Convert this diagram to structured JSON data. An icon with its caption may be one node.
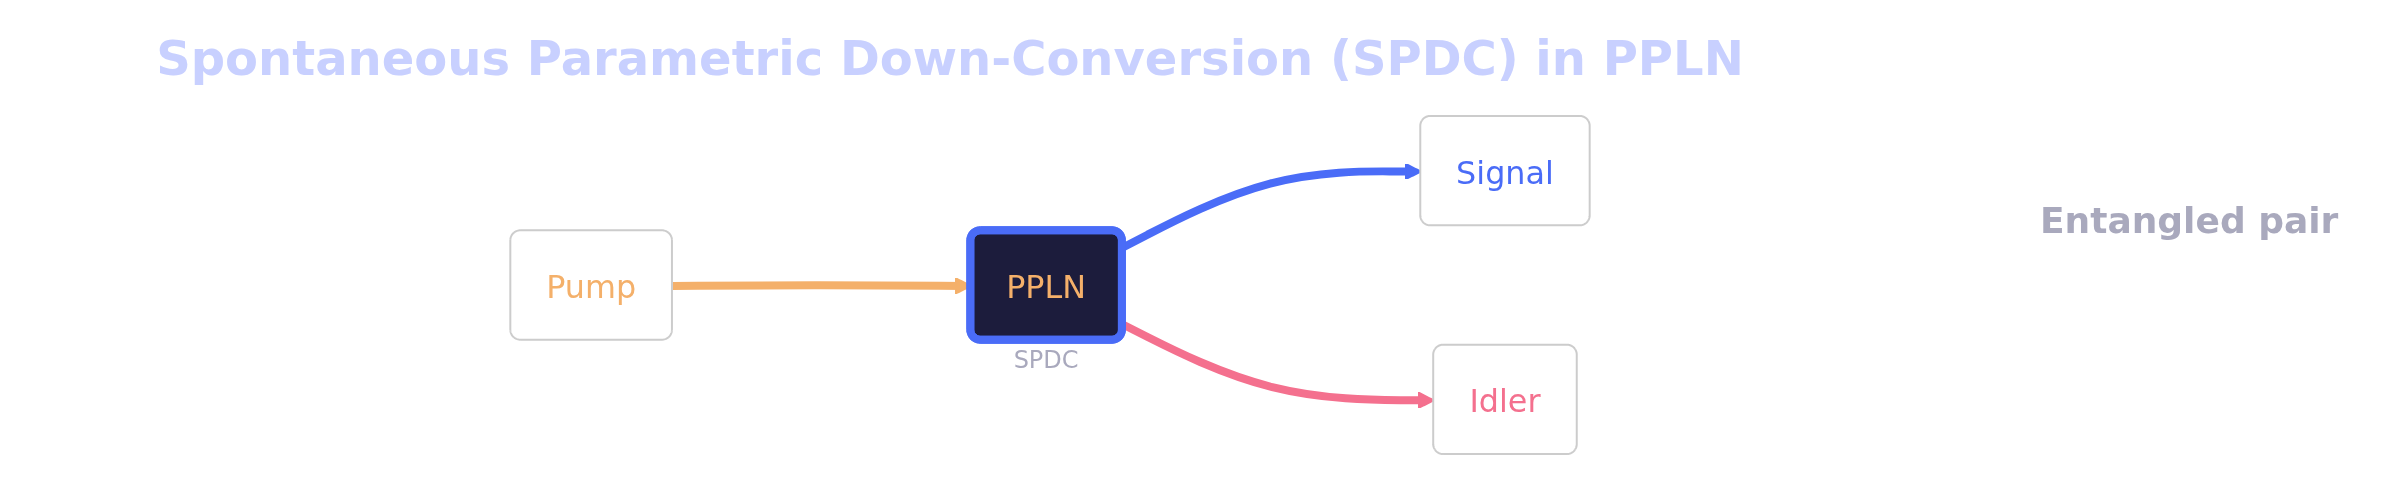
{
  "diagram": {
    "title": "Spontaneous Parametric Down-Conversion (SPDC) in PPLN",
    "nodes": [
      {
        "text": [
          "Pump"
        ]
      },
      {
        "text": [
          "PPLN"
        ],
        "beside": [
          "SPDC"
        ]
      },
      {
        "text": [
          "Signal"
        ]
      },
      {
        "text": [
          "Idler"
        ]
      }
    ],
    "edges": [
      {
        "from": 0,
        "to": 1,
        "arrow": "to",
        "color": "#f4b06a"
      },
      {
        "from": 1,
        "to": 2,
        "arrow": "to",
        "color": "#4a6cf7"
      },
      {
        "from": 1,
        "to": 3,
        "arrow": "to",
        "color": "#f4708e"
      }
    ],
    "labels": [
      "Entangled pair"
    ]
  }
}
